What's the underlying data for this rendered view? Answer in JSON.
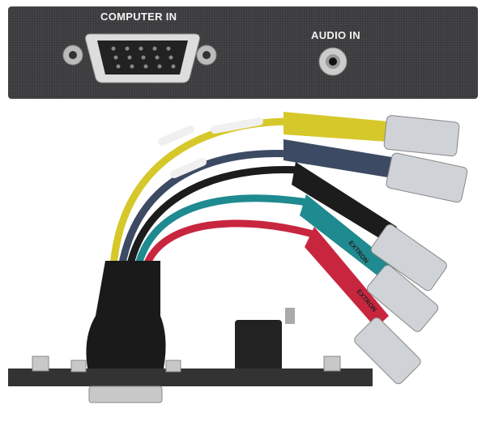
{
  "panel": {
    "computer_in_label": "COMPUTER IN",
    "audio_in_label": "AUDIO IN"
  },
  "cables": {
    "brand_text": "EXTRON",
    "colors": {
      "yellow": "#d6c82a",
      "blue": "#3d4a63",
      "black": "#1c1c1c",
      "teal": "#1f8a8f",
      "red": "#c8263f",
      "white": "#f0f0f0"
    }
  }
}
